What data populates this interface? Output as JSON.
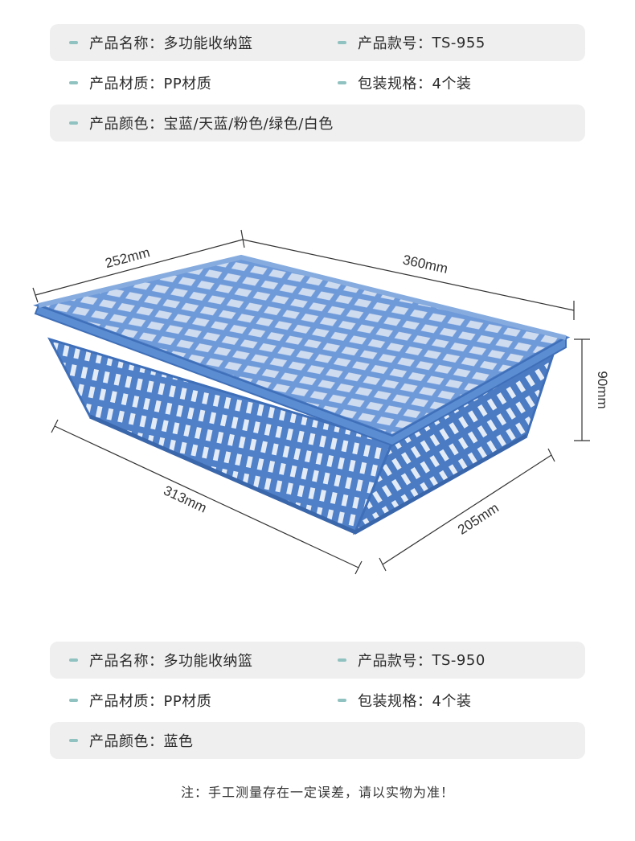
{
  "spec1": {
    "rows": [
      [
        {
          "label": "产品名称",
          "value": "多功能收纳篮"
        },
        {
          "label": "产品款号",
          "value": "TS-955"
        }
      ],
      [
        {
          "label": "产品材质",
          "value": "PP材质"
        },
        {
          "label": "包装规格",
          "value": "4个装"
        }
      ],
      [
        {
          "label": "产品颜色",
          "value": "宝蓝/天蓝/粉色/绿色/白色"
        }
      ]
    ]
  },
  "dimensions": {
    "lid_width": "252mm",
    "lid_length": "360mm",
    "height": "90mm",
    "base_length": "313mm",
    "base_width": "205mm"
  },
  "spec2": {
    "rows": [
      [
        {
          "label": "产品名称",
          "value": "多功能收纳篮"
        },
        {
          "label": "产品款号",
          "value": "TS-950"
        }
      ],
      [
        {
          "label": "产品材质",
          "value": "PP材质"
        },
        {
          "label": "包装规格",
          "value": "4个装"
        }
      ],
      [
        {
          "label": "产品颜色",
          "value": "蓝色"
        }
      ]
    ]
  },
  "note": "注：手工测量存在一定误差，请以实物为准！",
  "colors": {
    "basket": "#5d8fd4",
    "basket_dark": "#3f6fb8",
    "basket_light": "#86acdf",
    "accent_dash": "#8fc2c0",
    "row_bg": "#efefef"
  }
}
